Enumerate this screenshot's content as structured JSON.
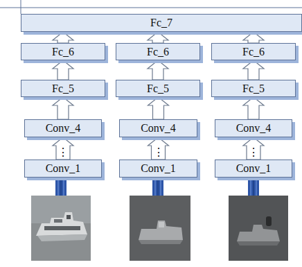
{
  "diagram": {
    "nodes": [
      {
        "text": [
          "Fc_7"
        ]
      },
      {
        "text": [
          "Fc_6"
        ]
      },
      {
        "text": [
          "Fc_6"
        ]
      },
      {
        "text": [
          "Fc_6"
        ]
      },
      {
        "text": [
          "Fc_5"
        ]
      },
      {
        "text": [
          "Fc_5"
        ]
      },
      {
        "text": [
          "Fc_5"
        ]
      },
      {
        "text": [
          "Conv_4"
        ]
      },
      {
        "text": [
          "Conv_4"
        ]
      },
      {
        "text": [
          "Conv_4"
        ]
      },
      {
        "text": [
          "Conv_1"
        ]
      },
      {
        "text": [
          "Conv_1"
        ]
      },
      {
        "text": [
          "Conv_1"
        ]
      }
    ],
    "edges": [
      {
        "from": 10,
        "to": 7,
        "arrow": "to",
        "label": "⋮"
      },
      {
        "from": 11,
        "to": 8,
        "arrow": "to",
        "label": "⋮"
      },
      {
        "from": 12,
        "to": 9,
        "arrow": "to",
        "label": "⋮"
      },
      {
        "from": 7,
        "to": 4,
        "arrow": "to"
      },
      {
        "from": 8,
        "to": 5,
        "arrow": "to"
      },
      {
        "from": 9,
        "to": 6,
        "arrow": "to"
      },
      {
        "from": 4,
        "to": 1,
        "arrow": "to"
      },
      {
        "from": 5,
        "to": 2,
        "arrow": "to"
      },
      {
        "from": 6,
        "to": 3,
        "arrow": "to"
      },
      {
        "from": 1,
        "to": 0,
        "arrow": "to"
      },
      {
        "from": 2,
        "to": 0,
        "arrow": "to"
      },
      {
        "from": 3,
        "to": 0,
        "arrow": "to"
      }
    ]
  }
}
